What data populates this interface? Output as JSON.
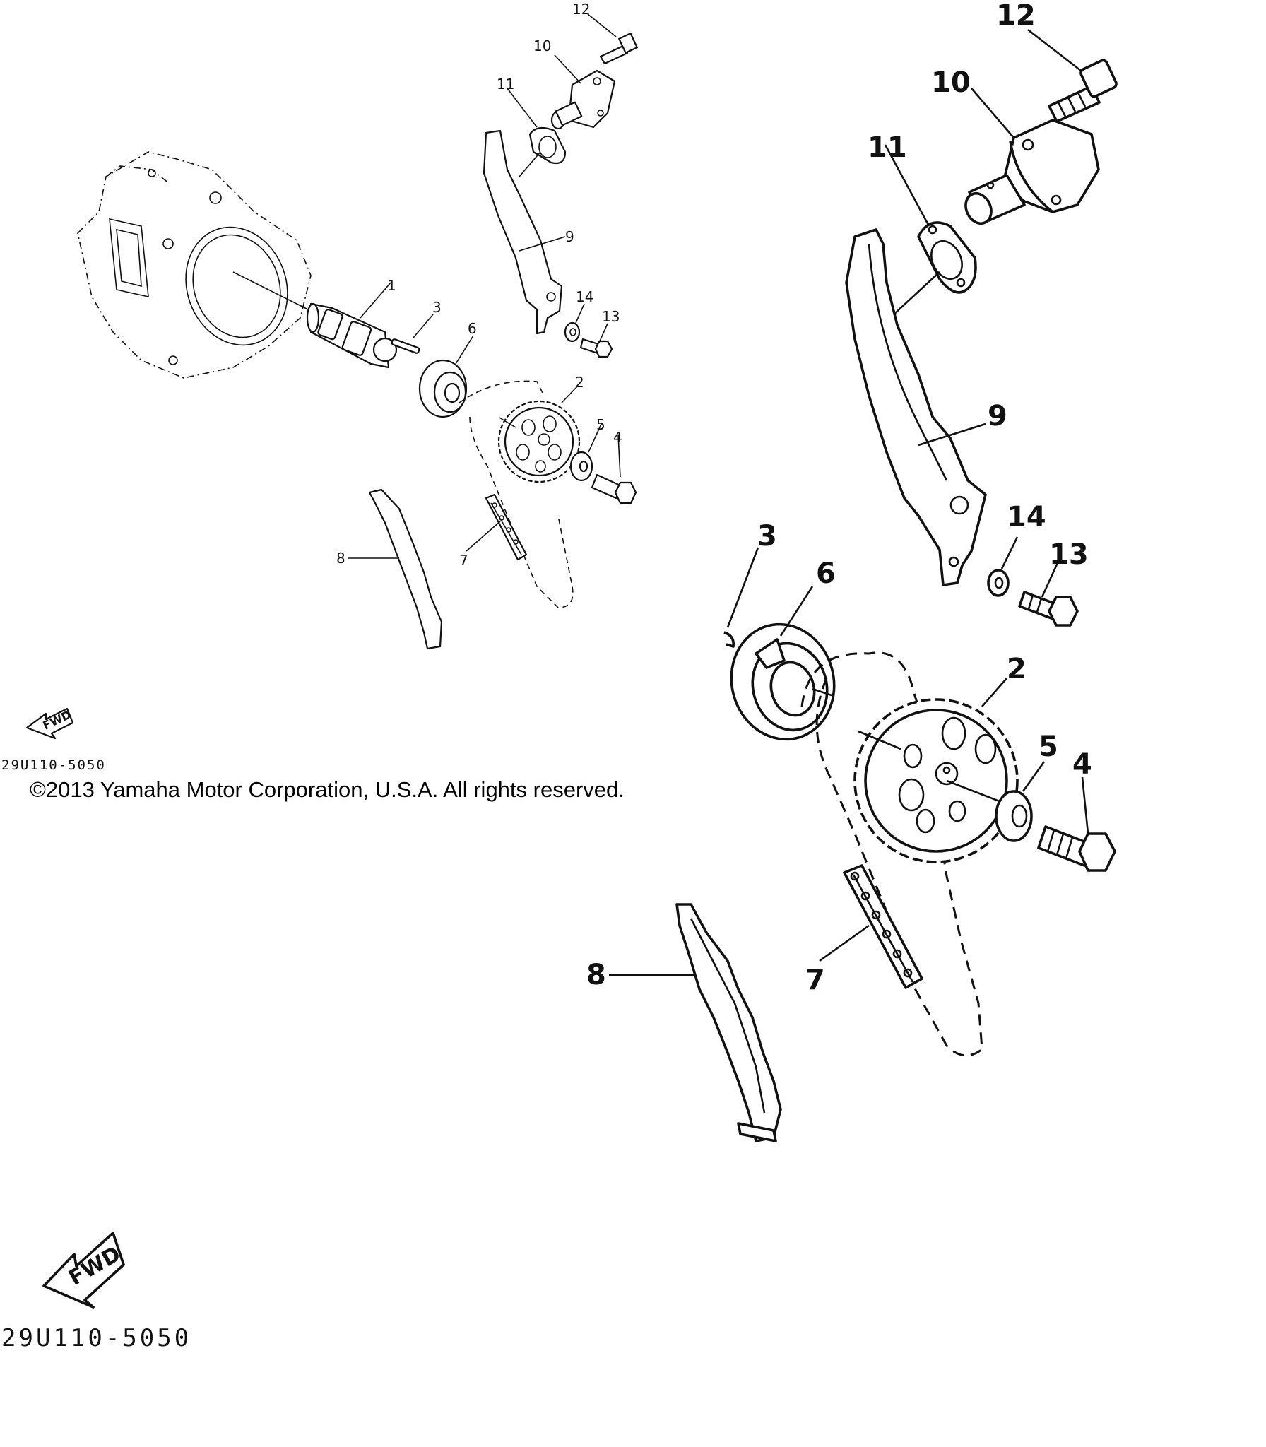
{
  "diagram": {
    "overview": {
      "callouts": [
        "1",
        "2",
        "3",
        "4",
        "5",
        "6",
        "7",
        "8",
        "9",
        "10",
        "11",
        "12",
        "13",
        "14"
      ],
      "code": "29U110-5050"
    },
    "detail": {
      "callouts": [
        "2",
        "3",
        "4",
        "5",
        "6",
        "7",
        "8",
        "9",
        "10",
        "11",
        "12",
        "13",
        "14"
      ],
      "code": "29U110-5050"
    },
    "fwd_label": "FWD",
    "copyright": "©2013 Yamaha Motor Corporation, U.S.A. All rights reserved."
  }
}
